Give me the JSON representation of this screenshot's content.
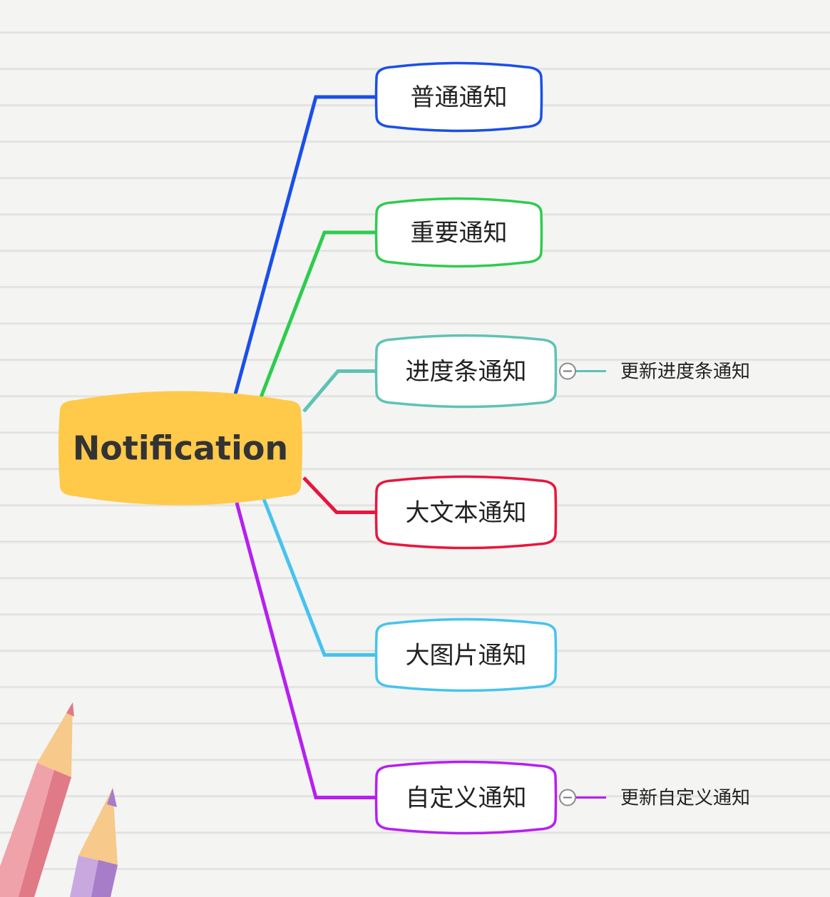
{
  "root": {
    "label": "Notification",
    "color": "#ffc94a"
  },
  "branches": [
    {
      "label": "普通通知",
      "color": "#1a4fe8"
    },
    {
      "label": "重要通知",
      "color": "#2ecc4e"
    },
    {
      "label": "进度条通知",
      "color": "#5fc2b5",
      "subtopic": "更新进度条通知",
      "collapse_icon": "minus-circle-icon"
    },
    {
      "label": "大文本通知",
      "color": "#e8163c"
    },
    {
      "label": "大图片通知",
      "color": "#46c3ee"
    },
    {
      "label": "自定义通知",
      "color": "#b61ff0",
      "subtopic": "更新自定义通知",
      "collapse_icon": "minus-circle-icon"
    }
  ],
  "decorations": {
    "pencils": [
      "pink-pencil-icon",
      "purple-pencil-icon"
    ]
  }
}
